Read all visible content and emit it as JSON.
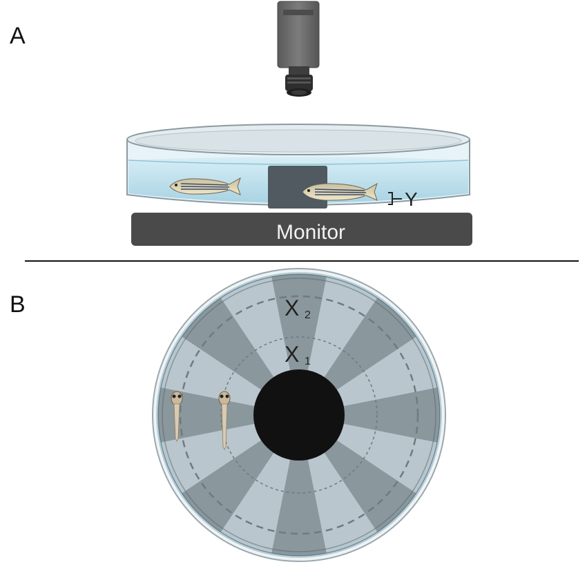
{
  "panels": {
    "a": {
      "label": "A",
      "monitor_label": "Monitor",
      "depth_label": "Y"
    },
    "b": {
      "label": "B",
      "zone_outer": {
        "letter": "X",
        "sub": "2"
      },
      "zone_inner": {
        "letter": "X",
        "sub": "1"
      },
      "sector_count": 16
    }
  },
  "colors": {
    "monitor": "#4a4a4a",
    "water": "#bfe0ec",
    "dish_rim": "#e6eef1",
    "arena_light": "#b9c6cd",
    "arena_dark": "#8a979d",
    "center_disc": "#111111",
    "camera": "#6b6b6b"
  },
  "icons": [
    "camera-icon",
    "zebrafish-icon",
    "larva-icon"
  ]
}
